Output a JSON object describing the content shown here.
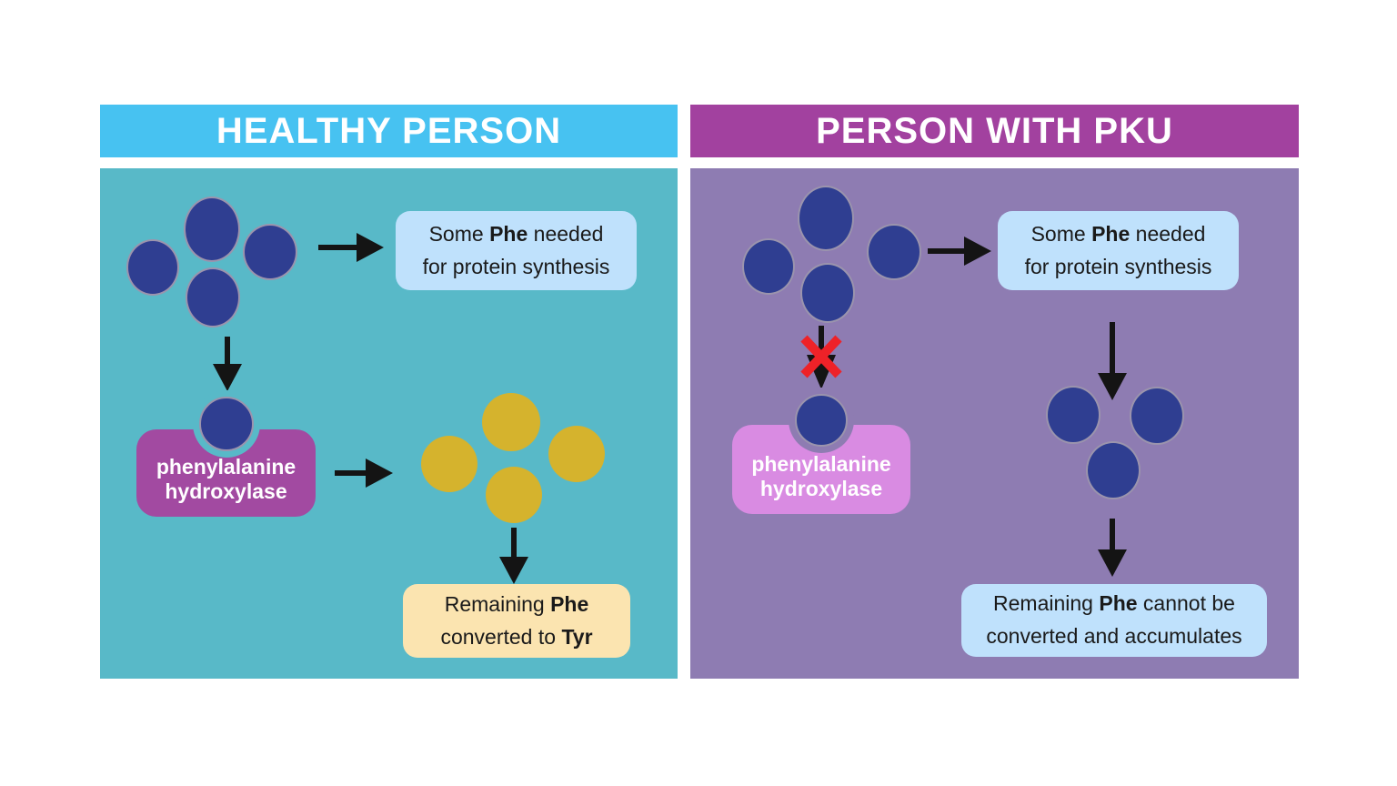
{
  "colors": {
    "page-bg": "#ffffff",
    "healthy-header-bg": "#47c2f1",
    "healthy-body-bg": "#58b9c8",
    "pku-header-bg": "#a2419f",
    "pku-body-bg": "#8e7cb2",
    "phe-circle": "#2f3e91",
    "circle-outline": "#9b94ad",
    "tyr-circle": "#d5b32d",
    "info-box-bg": "#bfe1fc",
    "cream-box-bg": "#fbe4b0",
    "enzyme-left-bg": "#a24aa1",
    "enzyme-right-bg": "#d98be2",
    "arrow-color": "#141414",
    "x-color": "#ee2228",
    "text-dark": "#1a1a1a",
    "text-white": "#ffffff"
  },
  "healthy": {
    "header": "HEALTHY PERSON",
    "some_phe": {
      "s1": "Some ",
      "b1": "Phe",
      "s2": " needed",
      "line2": "for protein synthesis"
    },
    "enzyme": {
      "line1": "phenylalanine",
      "line2": "hydroxylase"
    },
    "remaining": {
      "l1s": "Remaining ",
      "l1b": "Phe",
      "l2s": "converted to ",
      "l2b": "Tyr"
    }
  },
  "pku": {
    "header": "PERSON WITH PKU",
    "some_phe": {
      "s1": "Some ",
      "b1": "Phe",
      "s2": " needed",
      "line2": "for protein synthesis"
    },
    "enzyme": {
      "line1": "phenylalanine",
      "line2": "hydroxylase"
    },
    "remaining": {
      "l1s": "Remaining ",
      "l1b": "Phe",
      "l1s2": " cannot be",
      "line2": "converted and accumulates"
    }
  }
}
